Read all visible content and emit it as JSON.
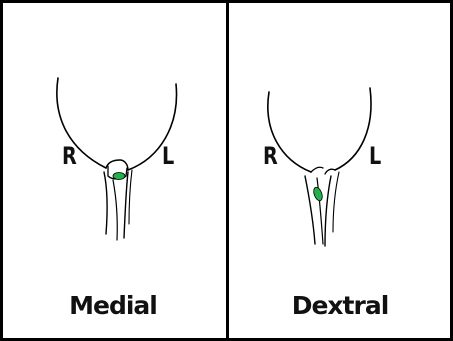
{
  "panels": [
    {
      "caption": "Medial",
      "left_side_label": "R",
      "right_side_label": "L"
    },
    {
      "caption": "Dextral",
      "left_side_label": "R",
      "right_side_label": "L"
    }
  ],
  "colors": {
    "mark": "#22b14c",
    "line": "#000000",
    "background": "#ffffff"
  }
}
